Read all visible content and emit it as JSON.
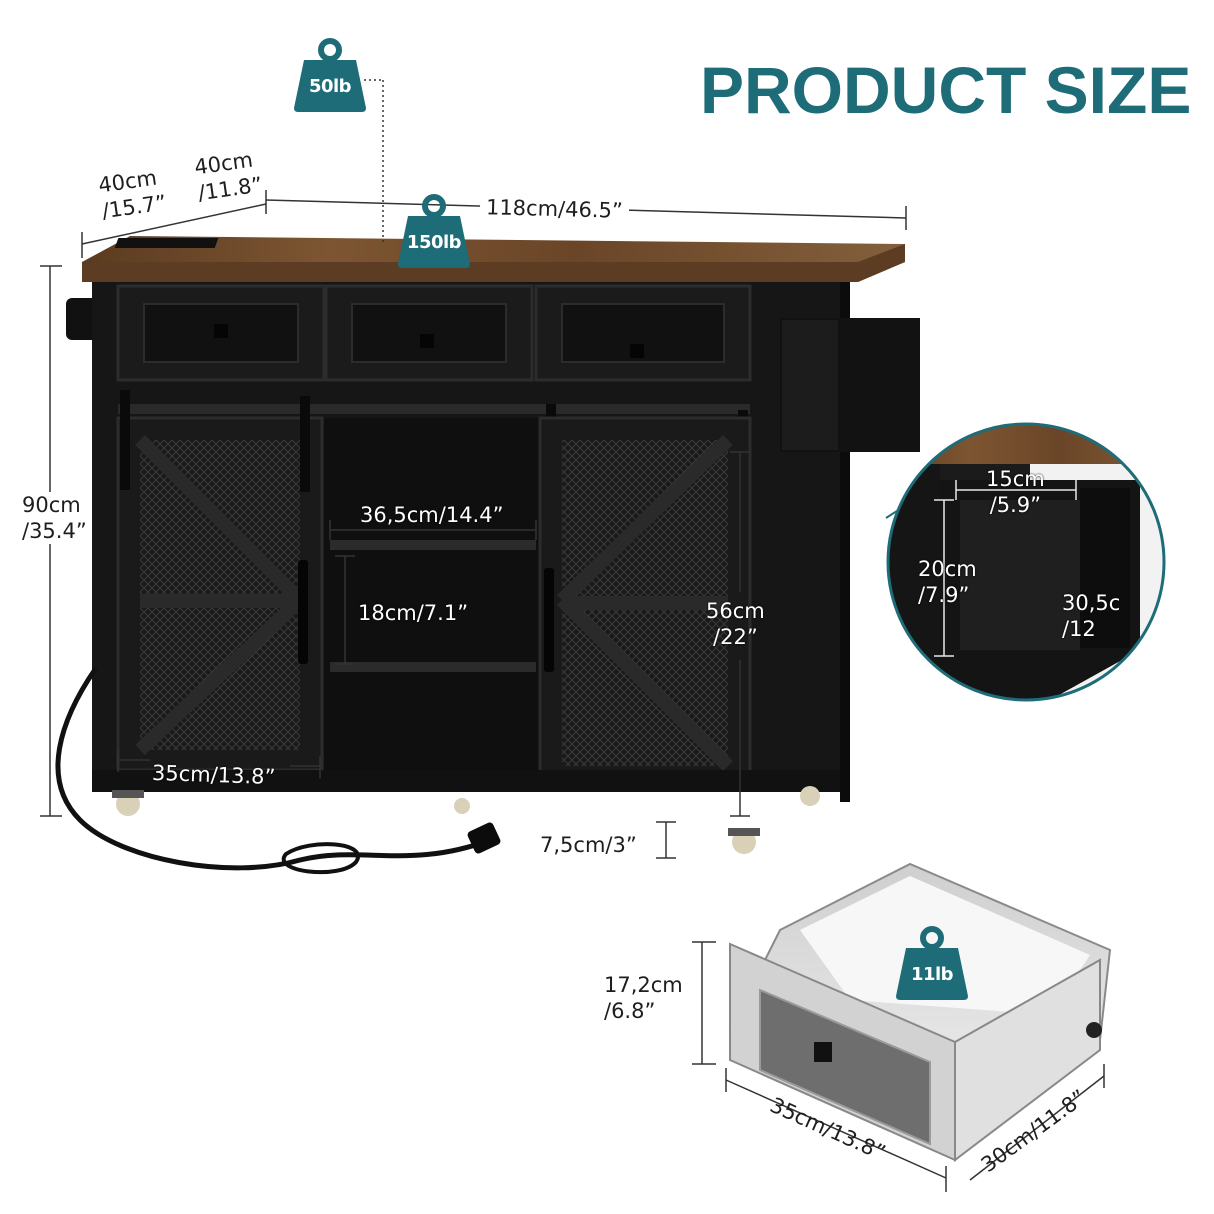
{
  "title": "PRODUCT SIZE",
  "weights": {
    "top_flap": "50lb",
    "counter_top": "150lb",
    "drawer": "11lb"
  },
  "dimensions": {
    "depth_left_cm": "40cm",
    "depth_left_in": "/15.7”",
    "depth_right_cm": "40cm",
    "depth_right_in": "/11.8”",
    "width": "118cm/46.5”",
    "height_cm": "90cm",
    "height_in": "/35.4”",
    "shelf_width": "36,5cm/14.4”",
    "shelf_gap": "18cm/7.1”",
    "cabinet_height_cm": "56cm",
    "cabinet_height_in": "/22”",
    "door_width": "35cm/13.8”",
    "wheel_height": "7,5cm/3”",
    "rack_width_cm": "15cm",
    "rack_width_in": "/5.9”",
    "rack_height_cm": "20cm",
    "rack_height_in": "/7.9”",
    "rack_depth_cm": "30,5c",
    "rack_depth_in": "/12",
    "drawer_height_cm": "17,2cm",
    "drawer_height_in": "/6.8”",
    "drawer_width": "35cm/13.8”",
    "drawer_depth": "30cm/11.8”"
  },
  "colors": {
    "accent": "#1d6c78",
    "cabinet": "#161616",
    "wood": "#6e4a2a"
  }
}
